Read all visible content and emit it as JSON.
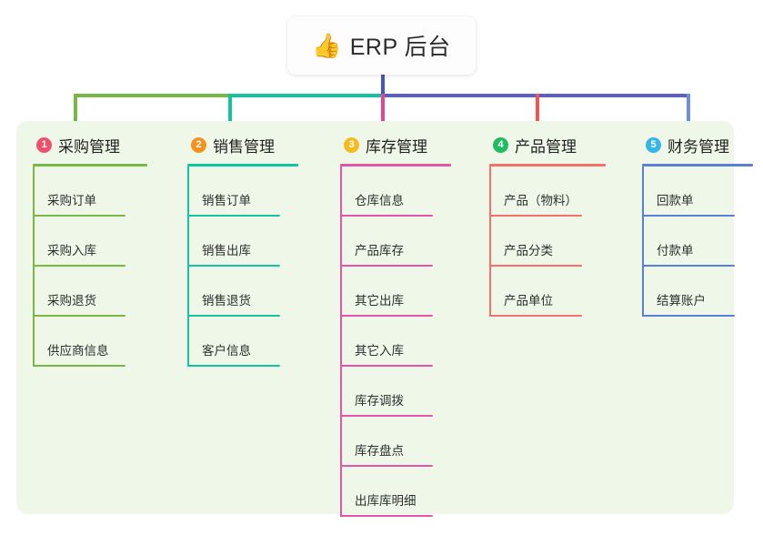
{
  "diagram": {
    "type": "mind-map",
    "background_color": "#ffffff",
    "panel_color": "#eef7e8",
    "root": {
      "icon": "thumbs-up-emoji",
      "icon_glyph": "👍",
      "title": "ERP 后台",
      "connector_color": "#4456c4"
    },
    "connector_bar": {
      "segments": [
        {
          "name": "green-segment",
          "color": "#76b947"
        },
        {
          "name": "teal-segment",
          "color": "#14c3a2"
        },
        {
          "name": "blue-segment",
          "color": "#5a5fc7"
        }
      ]
    },
    "columns": [
      {
        "number": "1",
        "title": "采购管理",
        "badge_color": "#f0506e",
        "line_color": "#76b947",
        "drop_color": "#76b947",
        "items": [
          "采购订单",
          "采购入库",
          "采购退货",
          "供应商信息"
        ]
      },
      {
        "number": "2",
        "title": "销售管理",
        "badge_color": "#f6921e",
        "line_color": "#14c3a2",
        "drop_color": "#14c3a2",
        "items": [
          "销售订单",
          "销售出库",
          "销售退货",
          "客户信息"
        ]
      },
      {
        "number": "3",
        "title": "库存管理",
        "badge_color": "#f5bc22",
        "line_color": "#e255a8",
        "drop_color": "#e2468f",
        "items": [
          "仓库信息",
          "产品库存",
          "其它出库",
          "其它入库",
          "库存调拨",
          "库存盘点",
          "出库库明细"
        ]
      },
      {
        "number": "4",
        "title": "产品管理",
        "badge_color": "#22ba62",
        "line_color": "#f4706b",
        "drop_color": "#f4544f",
        "items": [
          "产品（物料）",
          "产品分类",
          "产品单位"
        ]
      },
      {
        "number": "5",
        "title": "财务管理",
        "badge_color": "#36b5e8",
        "line_color": "#5a7fd4",
        "drop_color": "#6f8fd8",
        "items": [
          "回款单",
          "付款单",
          "结算账户"
        ]
      }
    ]
  }
}
